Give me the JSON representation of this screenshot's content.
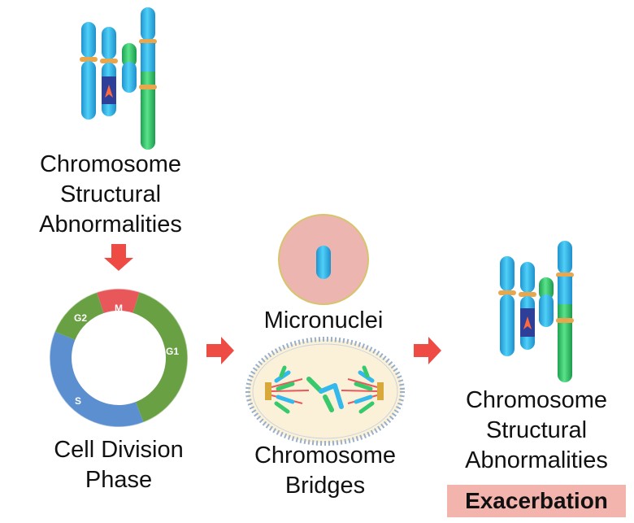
{
  "labels": {
    "csa_top": [
      "Chromosome",
      "Structural",
      "Abnormalities"
    ],
    "cell_division": [
      "Cell Division",
      "Phase"
    ],
    "micronuclei": "Micronuclei",
    "bridges": [
      "Chromosome",
      "Bridges"
    ],
    "csa_right": [
      "Chromosome",
      "Structural",
      "Abnormalities"
    ],
    "exacerbation": "Exacerbation"
  },
  "cell_cycle": [
    {
      "phase": "M",
      "color": "#e8585b"
    },
    {
      "phase": "G1",
      "color": "#6aa044"
    },
    {
      "phase": "S",
      "color": "#5b8fcf"
    },
    {
      "phase": "G2",
      "color": "#6aa044"
    }
  ],
  "colors": {
    "arrow": "#ef4b45",
    "chromosome_blue": "#35b8ec",
    "chromosome_green": "#37c96b",
    "centromere": "#e9a64c",
    "inversion": "#2e3f9a",
    "micronucleus_fill": "#ecb5b0",
    "bridge_cell_fill": "#fbf1d8",
    "badge_fill": "#f3b4ae"
  }
}
